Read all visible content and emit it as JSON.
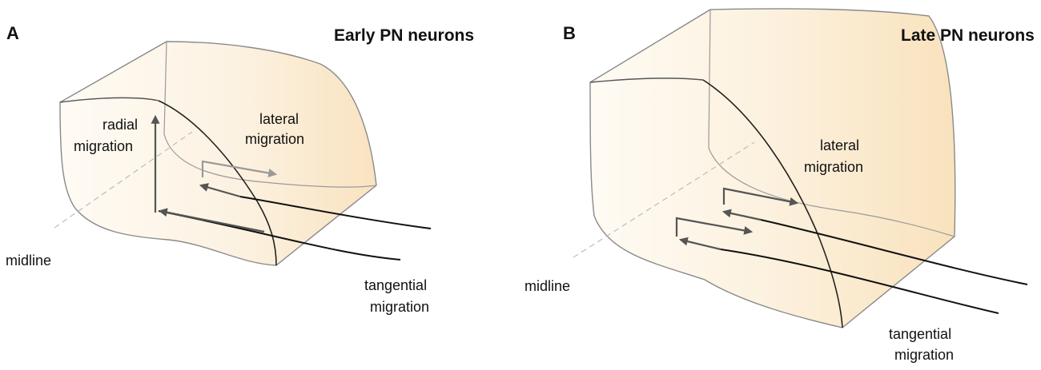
{
  "panels": [
    {
      "letter": "A",
      "title": "Early PN neurons",
      "labels": {
        "radial_line1": "radial",
        "radial_line2": "migration",
        "lateral_line1": "lateral",
        "lateral_line2": "migration",
        "midline": "midline",
        "tangential_line1": "tangential",
        "tangential_line2": "migration"
      }
    },
    {
      "letter": "B",
      "title": "Late PN neurons",
      "labels": {
        "lateral_line1": "lateral",
        "lateral_line2": "migration",
        "midline": "midline",
        "tangential_line1": "tangential",
        "tangential_line2": "migration"
      }
    }
  ],
  "colors": {
    "block_fill_light": "#fffaf1",
    "block_fill_warm": "#fbe6c4",
    "outline": "#8a8a8a",
    "dark_line": "#111111",
    "arrow_dark": "#555555",
    "arrow_light": "#9a9a9a",
    "midline_dash": "#bdbdbd"
  }
}
